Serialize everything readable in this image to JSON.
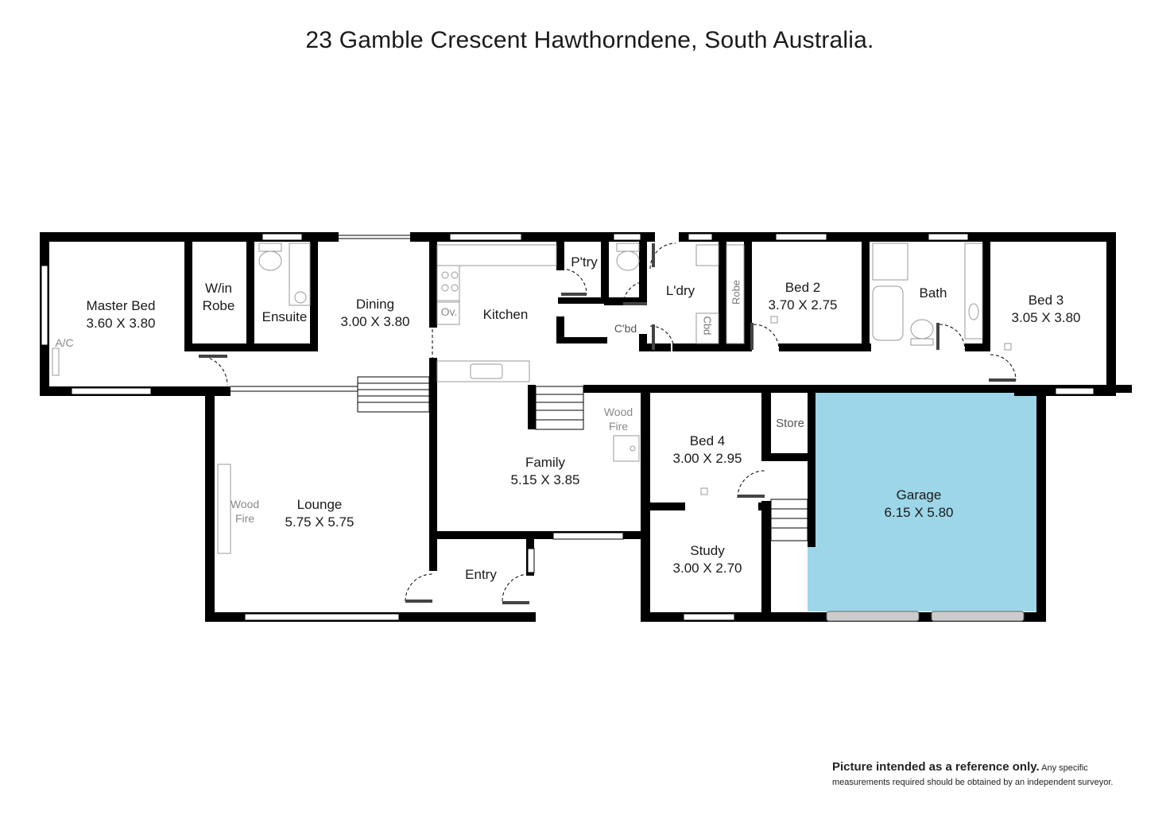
{
  "title": "23 Gamble Crescent Hawthorndene, South Australia.",
  "rooms": {
    "master_bed": {
      "name": "Master Bed",
      "dims": "3.60 X 3.80"
    },
    "win_robe": {
      "name": "W/in",
      "name2": "Robe"
    },
    "ensuite": {
      "name": "Ensuite"
    },
    "dining": {
      "name": "Dining",
      "dims": "3.00 X 3.80"
    },
    "kitchen": {
      "name": "Kitchen"
    },
    "pantry": {
      "name": "P'try"
    },
    "laundry": {
      "name": "L'dry"
    },
    "cupboard": {
      "name": "C'bd"
    },
    "cupboard_vertical": {
      "name": "Cbd"
    },
    "robe_vertical": {
      "name": "Robe"
    },
    "bed2": {
      "name": "Bed 2",
      "dims": "3.70 X 2.75"
    },
    "bath": {
      "name": "Bath"
    },
    "bed3": {
      "name": "Bed 3",
      "dims": "3.05 X 3.80"
    },
    "lounge": {
      "name": "Lounge",
      "dims": "5.75 X 5.75"
    },
    "family": {
      "name": "Family",
      "dims": "5.15 X 3.85"
    },
    "bed4": {
      "name": "Bed 4",
      "dims": "3.00 X 2.95"
    },
    "store": {
      "name": "Store"
    },
    "garage": {
      "name": "Garage",
      "dims": "6.15 X 5.80"
    },
    "study": {
      "name": "Study",
      "dims": "3.00 X 2.70"
    },
    "entry": {
      "name": "Entry"
    }
  },
  "fixtures": {
    "ac": "A/C",
    "oven": "Ov.",
    "wood_fire_family": {
      "line1": "Wood",
      "line2": "Fire"
    },
    "wood_fire_lounge": {
      "line1": "Wood",
      "line2": "Fire"
    }
  },
  "disclaimer": {
    "bold": "Picture intended as a reference only.",
    "line1_rest": "Any specific",
    "line2": "measurements required should be obtained by an independent surveyor."
  },
  "colors": {
    "wall": "#000000",
    "garage_fill": "#9dd6e8",
    "fixture": "#999999"
  }
}
